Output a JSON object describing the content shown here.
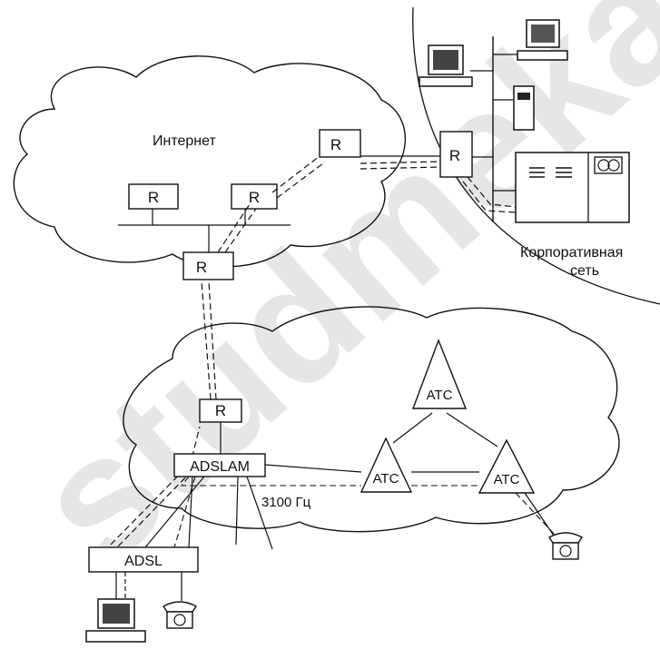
{
  "labels": {
    "internet": "Интернет",
    "corporate_line1": "Корпоративная",
    "corporate_line2": "сеть",
    "router": "R",
    "adslam": "ADSLAM",
    "ats": "АТС",
    "adsl": "ADSL",
    "frequency": "3100 Гц"
  },
  "watermark": "studmeka",
  "colors": {
    "ink": "#111111",
    "watermark": "#e6e6e6"
  }
}
